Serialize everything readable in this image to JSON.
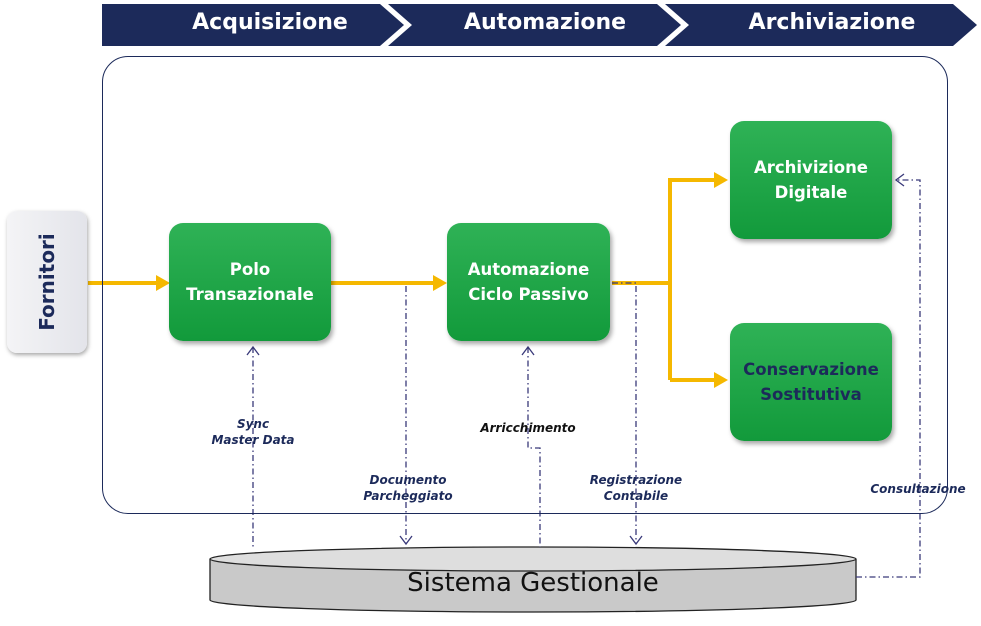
{
  "stages": [
    "Acquisizione",
    "Automazione",
    "Archiviazione"
  ],
  "suppliers": "Fornitori",
  "boxes": {
    "polo": "Polo\nTransazionale",
    "automazione": "Automazione\nCiclo Passivo",
    "archiviazione": "Archivizione\nDigitale",
    "conservazione": "Conservazione\nSostitutiva"
  },
  "labels": {
    "sync": "Sync\nMaster Data",
    "documento": "Documento\nParcheggiato",
    "arricchimento": "Arricchimento",
    "registrazione": "Registrazione\nContabile",
    "consultazione": "Consultazione"
  },
  "database": "Sistema Gestionale",
  "colors": {
    "navy": "#1c2a5a",
    "green": "#1fa64a",
    "arrow": "#f5b800",
    "dashed": "#3a3a7a",
    "db_fill": "#c9c9c9"
  }
}
